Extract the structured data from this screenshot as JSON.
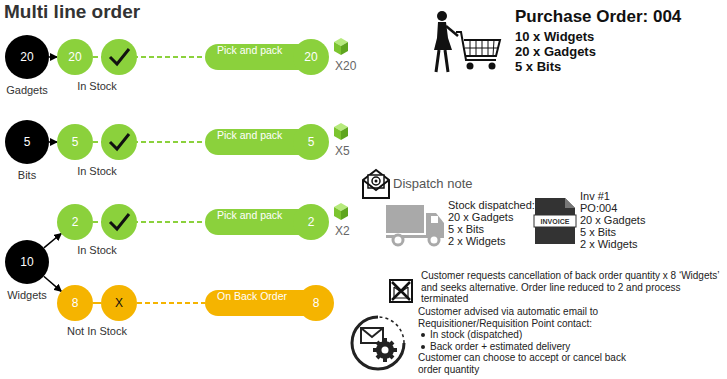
{
  "diagram": {
    "title": "Multi line order",
    "nodes": [
      {
        "text": [
          "20",
          "Gadgets"
        ]
      },
      {
        "text": [
          "20",
          "In Stock"
        ]
      },
      {
        "text": [
          "Pick and pack",
          "20"
        ]
      },
      {
        "text": [
          "5",
          "Bits"
        ]
      },
      {
        "text": [
          "5",
          "In Stock"
        ]
      },
      {
        "text": [
          "Pick and pack",
          "5"
        ]
      },
      {
        "text": [
          "10",
          "Widgets"
        ]
      },
      {
        "text": [
          "2",
          "In Stock"
        ]
      },
      {
        "text": [
          "Pick and pack",
          "2"
        ]
      },
      {
        "text": [
          "8",
          "Not In Stock"
        ]
      },
      {
        "text": [
          "X"
        ]
      },
      {
        "text": [
          "On Back Order",
          "8"
        ]
      }
    ],
    "edges": [
      {
        "from": 0,
        "to": 1,
        "arrow": "to"
      },
      {
        "from": 1,
        "to": 2,
        "arrow": "none"
      },
      {
        "from": 3,
        "to": 4,
        "arrow": "to"
      },
      {
        "from": 4,
        "to": 5,
        "arrow": "none"
      },
      {
        "from": 6,
        "to": 7,
        "arrow": "to"
      },
      {
        "from": 6,
        "to": 9,
        "arrow": "to"
      },
      {
        "from": 7,
        "to": 8,
        "arrow": "none"
      },
      {
        "from": 9,
        "to": 10,
        "arrow": "none"
      },
      {
        "from": 10,
        "to": 11,
        "arrow": "none"
      }
    ],
    "labels": [
      "X20",
      "X5",
      "X2",
      "Purchase Order: 004",
      "10 x Widgets",
      "20 x Gadgets",
      "5 x Bits",
      "Dispatch note",
      "Stock dispatched:",
      "20 x Gadgets",
      "5 x Bits",
      "2 x Widgets",
      "INVOICE",
      "Inv #1",
      "PO:004",
      "20 x Gadgets",
      "5 x Bits",
      "2 x Widgets",
      "Customer requests cancellation of back order quantity x 8 ‘Widgets’ and seeks alternative. Order line reduced to 2 and process terminated",
      "Customer advised via automatic email to Requisitioner/Requisition Point contact:",
      "In stock (dispatched)",
      "Back order + estimated delivery",
      "Customer can choose to accept or cancel back order quantity"
    ]
  }
}
